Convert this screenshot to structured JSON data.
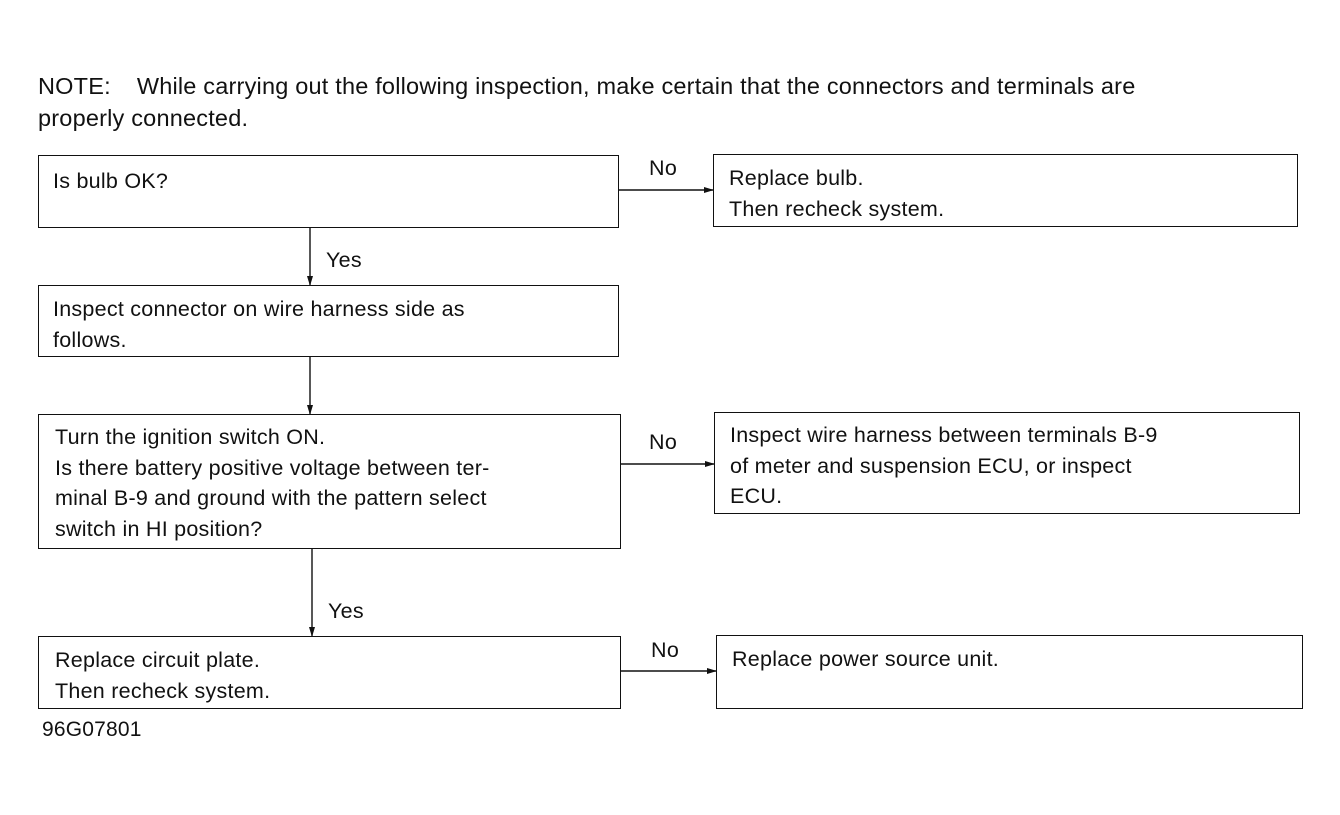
{
  "note": {
    "prefix": "NOTE:",
    "lines": [
      "While carrying out the following inspection, make certain that the connectors and terminals are",
      "properly connected."
    ]
  },
  "boxes": {
    "bulb_ok": {
      "lines": [
        "Is bulb OK?"
      ]
    },
    "replace_bulb": {
      "lines": [
        "Replace bulb.",
        "Then recheck system."
      ]
    },
    "inspect_connector": {
      "lines": [
        "Inspect connector on wire harness side as",
        "follows."
      ]
    },
    "ignition_check": {
      "lines": [
        "Turn the ignition switch ON.",
        "Is there battery positive voltage between ter-",
        "minal B-9 and ground with the pattern select",
        "switch in HI position?"
      ]
    },
    "inspect_harness": {
      "lines": [
        "Inspect wire harness between terminals B-9",
        "of meter and suspension ECU, or inspect",
        "ECU."
      ]
    },
    "replace_circuit_plate": {
      "lines": [
        "Replace circuit plate.",
        "Then recheck system."
      ]
    },
    "replace_power_source": {
      "lines": [
        "Replace power source unit."
      ]
    }
  },
  "labels": {
    "no1": "No",
    "yes1": "Yes",
    "no2": "No",
    "yes2": "Yes",
    "no3": "No"
  },
  "figure_code": "96G07801",
  "colors": {
    "ink": "#111111",
    "background": "#ffffff"
  }
}
